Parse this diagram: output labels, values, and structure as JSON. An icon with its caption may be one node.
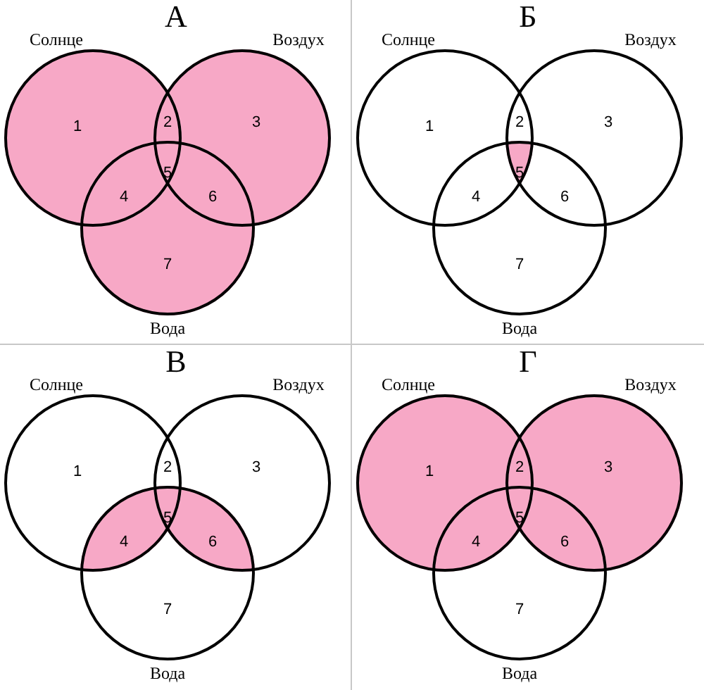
{
  "diagram": {
    "nodes": [
      {
        "text": [
          "А"
        ]
      },
      {
        "text": [],
        "shape": "circle",
        "in": 0,
        "beside": [
          "Солнце"
        ]
      },
      {
        "text": [],
        "shape": "circle",
        "in": 0,
        "beside": [
          "Воздух"
        ]
      },
      {
        "text": [],
        "shape": "circle",
        "in": 0,
        "beside": [
          "Вода"
        ]
      },
      {
        "text": [
          "Б"
        ]
      },
      {
        "text": [],
        "shape": "circle",
        "in": 4,
        "beside": [
          "Солнце"
        ]
      },
      {
        "text": [],
        "shape": "circle",
        "in": 4,
        "beside": [
          "Воздух"
        ]
      },
      {
        "text": [],
        "shape": "circle",
        "in": 4,
        "beside": [
          "Вода"
        ]
      },
      {
        "text": [
          "В"
        ]
      },
      {
        "text": [],
        "shape": "circle",
        "in": 8,
        "beside": [
          "Солнце"
        ]
      },
      {
        "text": [],
        "shape": "circle",
        "in": 8,
        "beside": [
          "Воздух"
        ]
      },
      {
        "text": [],
        "shape": "circle",
        "in": 8,
        "beside": [
          "Вода"
        ]
      },
      {
        "text": [
          "Г"
        ]
      },
      {
        "text": [],
        "shape": "circle",
        "in": 12,
        "beside": [
          "Солнце"
        ]
      },
      {
        "text": [],
        "shape": "circle",
        "in": 12,
        "beside": [
          "Воздух"
        ]
      },
      {
        "text": [],
        "shape": "circle",
        "in": 12,
        "beside": [
          "Вода"
        ]
      }
    ],
    "labels": [
      "1",
      "2",
      "3",
      "4",
      "5",
      "6",
      "7",
      "1",
      "2",
      "3",
      "4",
      "5",
      "6",
      "7",
      "1",
      "2",
      "3",
      "4",
      "5",
      "6",
      "7",
      "1",
      "2",
      "3",
      "4",
      "5",
      "6",
      "7"
    ]
  }
}
